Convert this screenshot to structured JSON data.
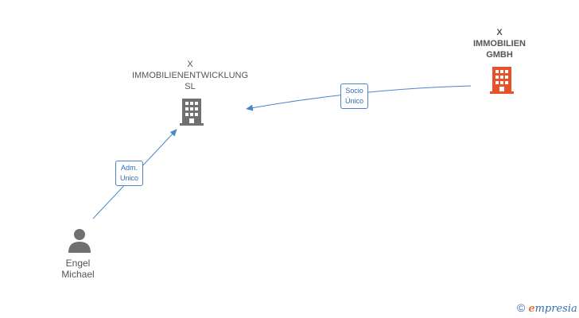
{
  "nodes": {
    "company_main": {
      "lines": [
        "X",
        "IMMOBILIENENTWICKLUNG",
        "SL"
      ],
      "color": "#707070"
    },
    "company_parent": {
      "lines": [
        "X",
        "IMMOBILIEN",
        "GMBH"
      ],
      "color": "#e8522a"
    },
    "person": {
      "lines": [
        "Engel",
        "Michael"
      ],
      "color": "#707070"
    }
  },
  "edges": {
    "socio": {
      "lines": [
        "Socio",
        "Único"
      ]
    },
    "admin": {
      "lines": [
        "Adm.",
        "Unico"
      ]
    }
  },
  "branding": {
    "copyright": "©",
    "first_letter": "e",
    "rest": "mpresia"
  },
  "colors": {
    "edge": "#4a86c8",
    "company": "#707070",
    "highlight": "#e8522a"
  }
}
